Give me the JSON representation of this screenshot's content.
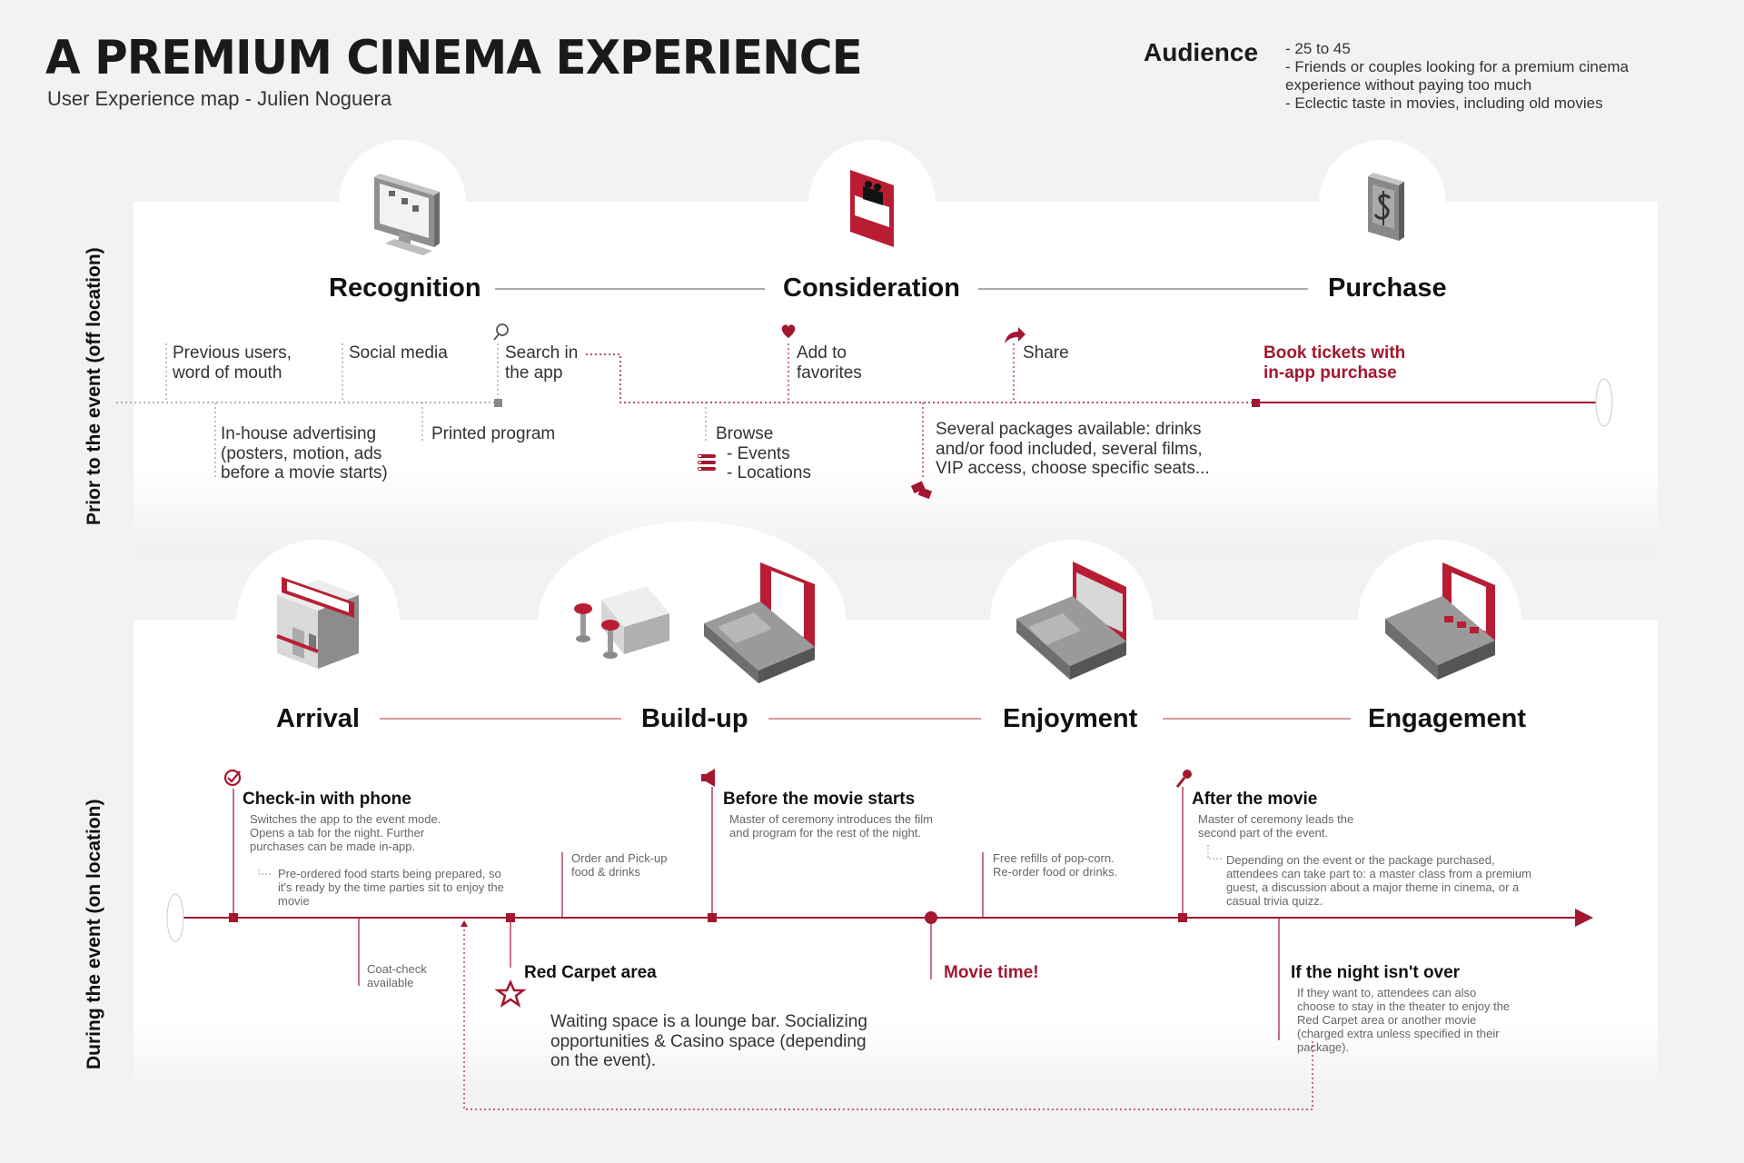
{
  "header": {
    "title": "A PREMIUM CINEMA EXPERIENCE",
    "subtitle": "User Experience map - Julien Noguera"
  },
  "audience": {
    "title": "Audience",
    "items": [
      "- 25 to 45",
      "- Friends or couples looking for a premium cinema experience without paying too much",
      "- Eclectic taste in movies, including old movies"
    ]
  },
  "prior": {
    "side_label": "Prior to the event (off location)",
    "stages": [
      "Recognition",
      "Consideration",
      "Purchase"
    ],
    "touchpoints": {
      "previous_users": "Previous users, word of mouth",
      "social_media": "Social media",
      "search_app": "Search in the app",
      "add_favorites": "Add to favorites",
      "share": "Share",
      "book_tickets": "Book tickets with in-app purchase",
      "inhouse_ads": "In-house advertising (posters, motion, ads before a movie starts)",
      "printed_program": "Printed program",
      "browse": "Browse",
      "browse_events": "- Events",
      "browse_locations": "- Locations",
      "packages": "Several packages available: drinks and/or food included, several films, VIP access, choose specific seats..."
    }
  },
  "during": {
    "side_label": "During the event (on location)",
    "stages": [
      "Arrival",
      "Build-up",
      "Enjoyment",
      "Engagement"
    ],
    "checkin": {
      "title": "Check-in with phone",
      "desc": "Switches the app to the event mode. Opens a tab for the night. Further purchases can be made in-app.",
      "note": "Pre-ordered food starts being prepared, so it's ready by the time parties sit to enjoy the movie"
    },
    "order_pickup": "Order and Pick-up food & drinks",
    "before_movie": {
      "title": "Before the movie starts",
      "desc": "Master of ceremony introduces the film and program for the rest of the night."
    },
    "free_refills": "Free refills of pop-corn. Re-order food or drinks.",
    "after_movie": {
      "title": "After the movie",
      "desc": "Master of ceremony leads the second part of the event.",
      "note": "Depending on the event or the package purchased, attendees can take part to: a master class from a premium guest, a discussion about a major theme in cinema, or a casual trivia quizz."
    },
    "coat_check": "Coat-check available",
    "red_carpet": {
      "title": "Red Carpet area",
      "desc": "Waiting space is a lounge bar. Socializing opportunities & Casino space (depending on the event)."
    },
    "movie_time": "Movie time!",
    "night_not_over": {
      "title": "If the night isn't over",
      "desc": "If they want to, attendees can also choose to stay in the theater to enjoy the Red Carpet area or another movie (charged extra unless specified in their package)."
    }
  },
  "icons": {
    "recognition": "monitor-social-icon",
    "consideration": "starry-night-poster-icon",
    "purchase": "phone-dollar-icon",
    "arrival": "cinema-building-icon",
    "buildup_bar": "bar-stools-icon",
    "buildup_room": "theater-room-icon",
    "enjoyment": "screen-theater-icon",
    "engagement": "stage-theater-icon"
  },
  "colors": {
    "accent": "#a3172f",
    "line": "#a3172f",
    "panel": "#ffffff",
    "background": "#f2f2f2"
  }
}
